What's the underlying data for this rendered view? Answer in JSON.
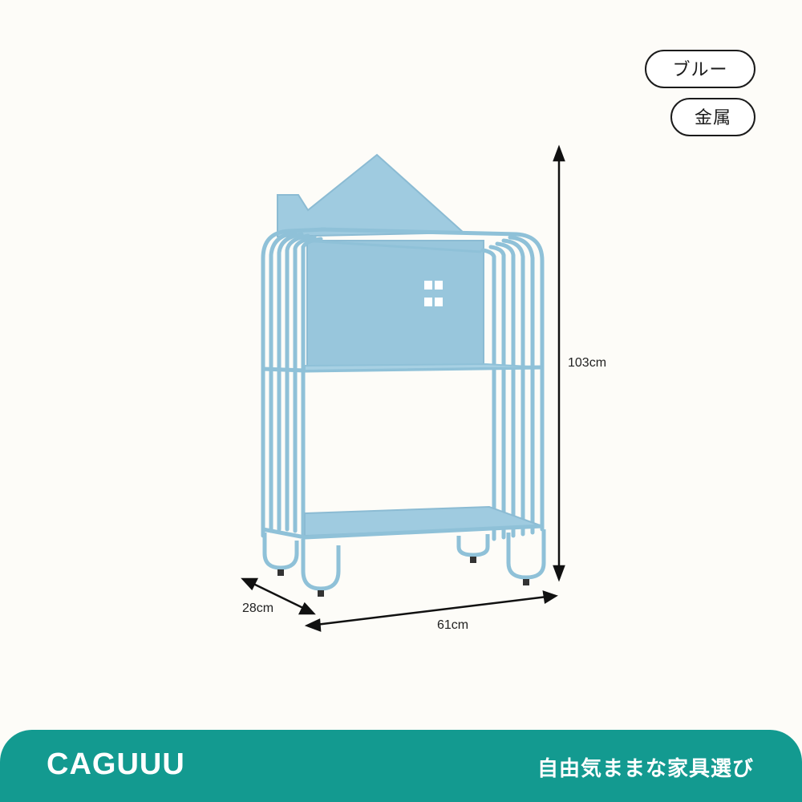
{
  "tags": {
    "color": "ブルー",
    "material": "金属"
  },
  "dimensions": {
    "height": "103cm",
    "depth": "28cm",
    "width": "61cm"
  },
  "footer": {
    "brand": "CAGUUU",
    "slogan": "自由気ままな家具選び",
    "background": "#139a90"
  },
  "product": {
    "color": "#9fcbe0"
  }
}
